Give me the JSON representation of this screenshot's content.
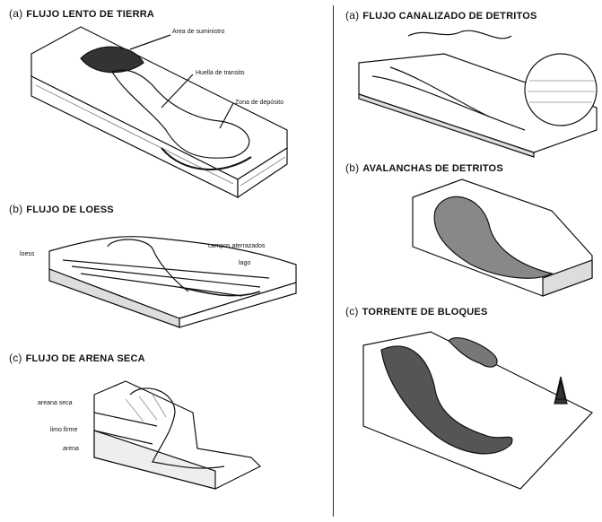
{
  "left": {
    "a": {
      "letter": "(a)",
      "title": "FLUJO LENTO DE TIERRA",
      "labels": {
        "supply": "Area de suministro",
        "transit": "Huella de transito",
        "deposit": "Zona de depósito"
      }
    },
    "b": {
      "letter": "(b)",
      "title": "FLUJO DE LOESS",
      "labels": {
        "loess": "loess",
        "terraces": "campos aterrazados",
        "lake": "lago"
      }
    },
    "c": {
      "letter": "(c)",
      "title": "FLUJO DE ARENA SECA",
      "labels": {
        "dry_sand": "areana seca",
        "firm_silt": "limo firme",
        "sand": "arena"
      }
    }
  },
  "right": {
    "a": {
      "letter": "(a)",
      "title": "FLUJO CANALIZADO DE DETRITOS"
    },
    "b": {
      "letter": "(b)",
      "title": "AVALANCHAS DE DETRITOS"
    },
    "c": {
      "letter": "(c)",
      "title": "TORRENTE DE BLOQUES"
    }
  }
}
